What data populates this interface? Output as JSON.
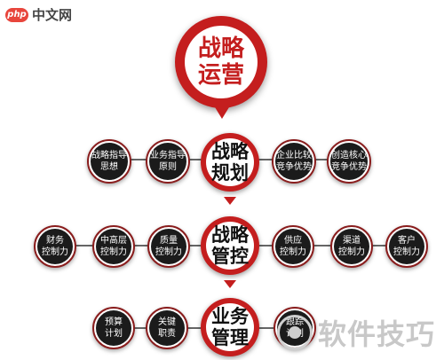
{
  "logo": {
    "badge": "php",
    "text": "中文网"
  },
  "watermark": {
    "text": "软件技巧"
  },
  "top": {
    "label": "战略\n运营"
  },
  "rows": [
    {
      "center": "战略\n规划",
      "left": [
        "战略指导\n思想",
        "业务指导\n原则"
      ],
      "right": [
        "企业比较\n竞争优势",
        "创造核心\n竞争优势"
      ]
    },
    {
      "center": "战略\n管控",
      "left": [
        "财务\n控制力",
        "中高层\n控制力",
        "质量\n控制力"
      ],
      "right": [
        "供应\n控制力",
        "渠道\n控制力",
        "客户\n控制力"
      ]
    },
    {
      "center": "业务\n管理",
      "left": [
        "预算\n计划",
        "关键\n职责"
      ],
      "right": [
        "跟踪\n计划"
      ]
    }
  ],
  "colors": {
    "accent": "#c41e1e",
    "node": "#1b1b1b",
    "ring": "#8a1d1d"
  }
}
